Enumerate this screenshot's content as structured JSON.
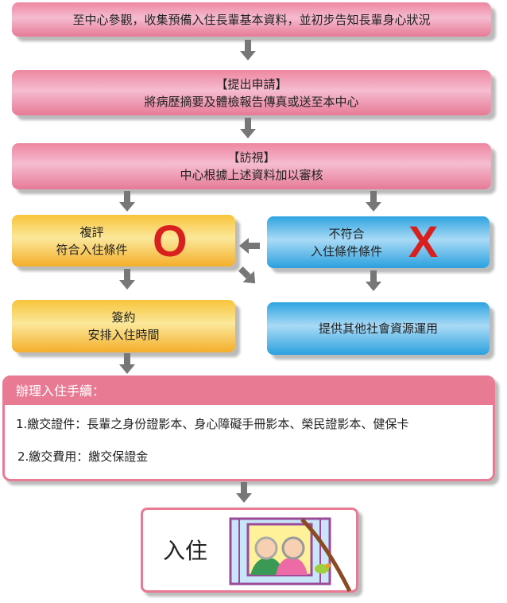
{
  "steps": {
    "visit": "至中心參觀，收集預備入住長輩基本資料，並初步告知長輩身心狀況",
    "apply_title": "【提出申請】",
    "apply_text": "將病歷摘要及體檢報告傳真或送至本中心",
    "interview_title": "【訪視】",
    "interview_text": "中心根據上述資料加以審核",
    "reassess_title": "複評",
    "reassess_text": "符合入住條件",
    "reassess_mark": "O",
    "notmeet_title": "不符合",
    "notmeet_text": "入住條件條件",
    "notmeet_mark": "X",
    "contract_title": "簽約",
    "contract_text": "安排入住時間",
    "other_resources": "提供其他社會資源運用",
    "procedure_title": "辦理入住手續：",
    "procedure_items": [
      "1.繳交證件：長輩之身份證影本、身心障礙手冊影本、榮民證影本、健保卡",
      "2.繳交費用：繳交保證金"
    ],
    "move_in": "入住"
  }
}
